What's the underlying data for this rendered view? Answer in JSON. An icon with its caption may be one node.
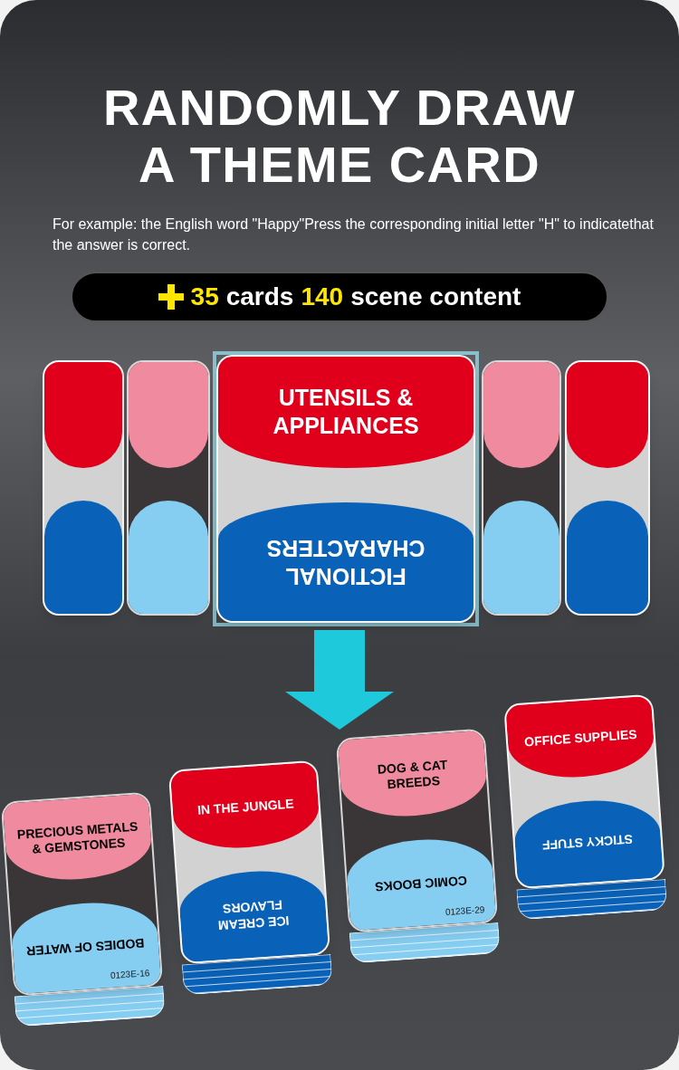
{
  "diagram": {
    "title": "RANDOMLY DRAW A THEME CARD",
    "nodes": [
      {
        "text": [],
        "shape": "box"
      },
      {
        "text": [],
        "shape": "box"
      },
      {
        "text": [
          "UTENSILS & APPLIANCES",
          "FICTIONAL CHARACTERS"
        ]
      },
      {
        "text": [],
        "shape": "box"
      },
      {
        "text": [],
        "shape": "box"
      },
      {
        "text": [
          "PRECIOUS METALS & GEMSTONES",
          "BODIES OF WATER",
          "0123E-16"
        ]
      },
      {
        "text": [
          "IN THE JUNGLE",
          "ICE CREAM FLAVORS"
        ]
      },
      {
        "text": [
          "DOG & CAT BREEDS",
          "COMIC BOOKS",
          "0123E-29"
        ]
      },
      {
        "text": [
          "OFFICE SUPPLIES",
          "STICKY STUFF"
        ]
      }
    ],
    "edges": [
      {
        "from": 2,
        "to": 7,
        "arrow": "to"
      }
    ],
    "labels": [
      "For example: the English word \"Happy\"Press the corresponding initial letter \"H\" to indicatethat the answer is correct.",
      "35",
      "cards",
      "140",
      "scene content"
    ]
  }
}
